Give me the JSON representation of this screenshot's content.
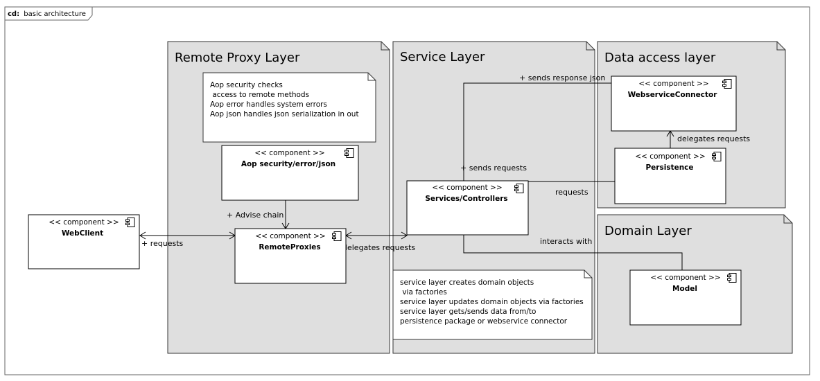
{
  "frame": {
    "prefix": "cd:",
    "title": "basic architecture"
  },
  "packages": {
    "remote_proxy": "Remote Proxy Layer",
    "service": "Service Layer",
    "data_access": "Data access layer",
    "domain": "Domain Layer"
  },
  "notes": {
    "aop": [
      "Aop security checks",
      " access to remote methods",
      "Aop error handles system errors",
      "Aop json handles json serialization in out"
    ],
    "service": [
      "service layer creates domain objects",
      " via factories",
      "service layer updates domain objects via factories",
      "service layer gets/sends data from/to",
      "persistence package or webservice connector"
    ]
  },
  "components": {
    "stereotype": "<< component >>",
    "webclient": "WebClient",
    "aop": "Aop security/error/json",
    "remoteproxies": "RemoteProxies",
    "services": "Services/Controllers",
    "webservice": "WebserviceConnector",
    "persistence": "Persistence",
    "model": "Model"
  },
  "labels": {
    "requests_webclient": "+ requests",
    "advise_chain": "+ Advise chain",
    "delegates_requests_proxy": "delegates requests",
    "sends_response_json": "+ sends response json",
    "sends_requests": "+ sends requests",
    "requests": "requests",
    "delegates_requests_persistence": "delegates requests",
    "interacts_with": "interacts with"
  }
}
